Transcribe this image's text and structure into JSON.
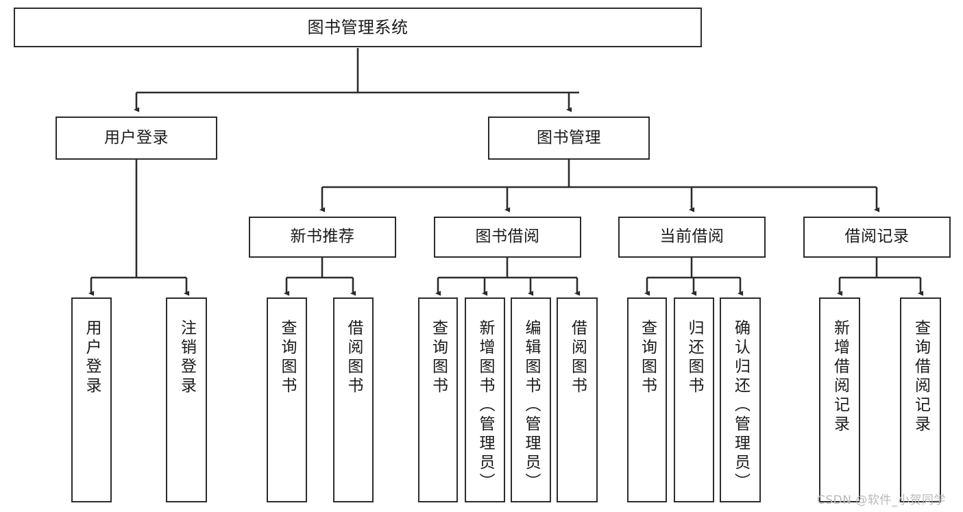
{
  "diagram": {
    "title": "图书管理系统",
    "type": "tree-hierarchy",
    "watermark": "CSDN @软件_小贺同学",
    "colors": {
      "border": "#2b2b2b",
      "fill": "#ffffff",
      "text": "#1a1a1a",
      "connector": "#2b2b2b",
      "watermark": "#b9b9b9"
    },
    "nodes": {
      "root": {
        "label": "图书管理系统"
      },
      "level2": [
        {
          "id": "user-login",
          "label": "用户登录"
        },
        {
          "id": "book-manage",
          "label": "图书管理"
        }
      ],
      "level3": [
        {
          "id": "new-book-recommend",
          "label": "新书推荐"
        },
        {
          "id": "book-borrow",
          "label": "图书借阅"
        },
        {
          "id": "current-borrow",
          "label": "当前借阅"
        },
        {
          "id": "borrow-record",
          "label": "借阅记录"
        }
      ],
      "leaves": [
        {
          "id": "leaf-user-login",
          "label": "用户登录",
          "parent": "user-login"
        },
        {
          "id": "leaf-logout-login",
          "label": "注销登录",
          "parent": "user-login"
        },
        {
          "id": "leaf-query-book-1",
          "label": "查询图书",
          "parent": "new-book-recommend"
        },
        {
          "id": "leaf-borrow-book-1",
          "label": "借阅图书",
          "parent": "new-book-recommend"
        },
        {
          "id": "leaf-query-book-2",
          "label": "查询图书",
          "parent": "book-borrow"
        },
        {
          "id": "leaf-add-book",
          "label": "新增图书（管理员）",
          "parent": "book-borrow"
        },
        {
          "id": "leaf-edit-book",
          "label": "编辑图书（管理员）",
          "parent": "book-borrow"
        },
        {
          "id": "leaf-borrow-book-2",
          "label": "借阅图书",
          "parent": "book-borrow"
        },
        {
          "id": "leaf-query-book-3",
          "label": "查询图书",
          "parent": "current-borrow"
        },
        {
          "id": "leaf-return-book",
          "label": "归还图书",
          "parent": "current-borrow"
        },
        {
          "id": "leaf-confirm-return",
          "label": "确认归还（管理员）",
          "parent": "current-borrow"
        },
        {
          "id": "leaf-add-borrow-record",
          "label": "新增借阅记录",
          "parent": "borrow-record"
        },
        {
          "id": "leaf-query-borrow-record",
          "label": "查询借阅记录",
          "parent": "borrow-record"
        }
      ]
    }
  }
}
